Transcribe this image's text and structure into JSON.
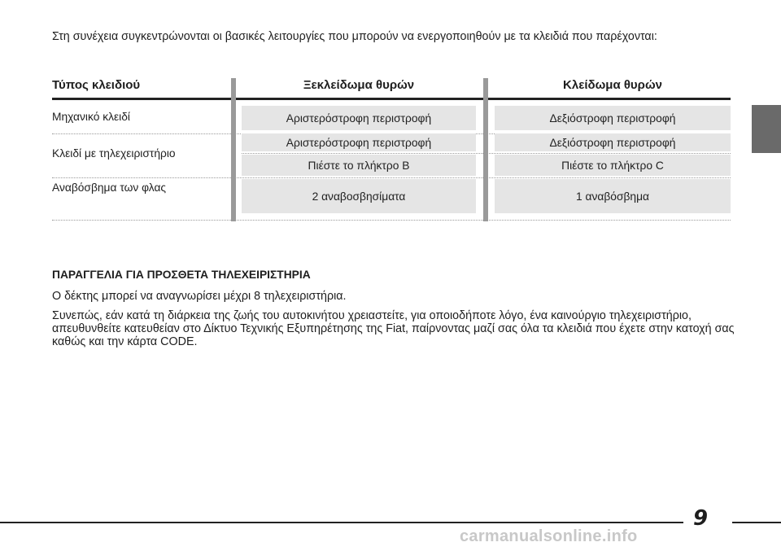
{
  "intro": "Στη συνέχεια συγκεντρώνονται οι βασικές λειτουργίες που μπορούν να ενεργοποιηθούν με τα κλειδιά που παρέχονται:",
  "table": {
    "headers": [
      "Τύπος κλειδιού",
      "Ξεκλείδωμα θυρών",
      "Κλείδωμα θυρών"
    ],
    "rows": [
      {
        "label": "Μηχανικό κλειδί",
        "unlock": [
          "Αριστερόστροφη περιστροφή"
        ],
        "lock": [
          "Δεξιόστροφη περιστροφή"
        ]
      },
      {
        "label": "Κλειδί με τηλεχειριστήριο",
        "unlock": [
          "Αριστερόστροφη περιστροφή",
          "Πιέστε το πλήκτρο B"
        ],
        "lock": [
          "Δεξιόστροφη περιστροφή",
          "Πιέστε το πλήκτρο C"
        ]
      },
      {
        "label": "Αναβόσβημα των φλας",
        "unlock": [
          "2 αναβοσβησίματα"
        ],
        "lock": [
          "1 αναβόσβημα"
        ]
      }
    ]
  },
  "warning": {
    "title": "ΠΑΡΑΓΓΕΛΙΑ ΓΙΑ ΠΡΟΣΘΕΤΑ ΤΗΛΕΧΕΙΡΙΣΤΗΡΙΑ",
    "p1": "Ο δέκτης μπορεί να αναγνωρίσει μέχρι 8 τηλεχειριστήρια.",
    "p2": "Συνεπώς, εάν κατά τη διάρκεια της ζωής του αυτοκινήτου χρειαστείτε, για οποιοδήποτε λόγο, ένα καινούργιο τηλεχειριστήριο, απευθυνθείτε κατευθείαν στο Δίκτυο Τεχνικής Εξυπηρέτησης της Fiat, παίρνοντας μαζί σας όλα τα κλειδιά που έχετε στην κατοχή σας καθώς και την κάρτα CODE."
  },
  "page_number": "9",
  "watermark": "carmanualsonline.info"
}
